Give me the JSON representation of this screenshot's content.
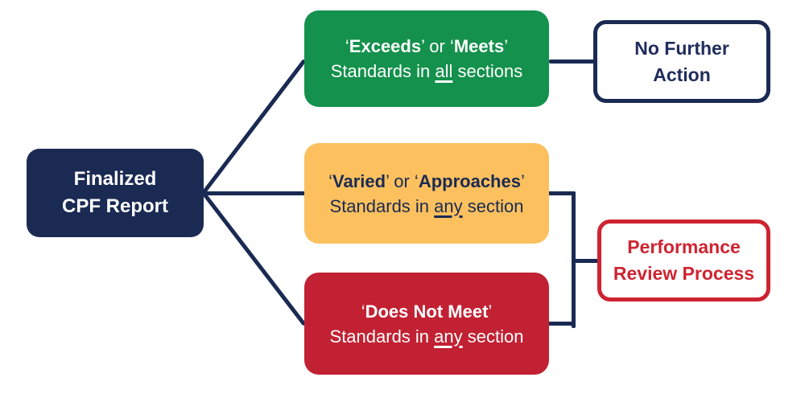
{
  "title": "Finalized CPF Report decision flowchart",
  "colors": {
    "navy": "#1A2A52",
    "green": "#14914C",
    "yellow": "#FCC05E",
    "red": "#C22133",
    "review_red": "#CE2431",
    "background": "#FFFFFF"
  },
  "nodes": {
    "root": {
      "line1": "Finalized",
      "line2": "CPF Report"
    },
    "exceeds": {
      "l1_q1": "‘",
      "l1_b1": "Exceeds",
      "l1_mid": "’ or ‘",
      "l1_b2": "Meets",
      "l1_q2": "’",
      "l2_pre": "Standards in ",
      "l2_u": "all",
      "l2_post": " sections"
    },
    "varied": {
      "l1_q1": "‘",
      "l1_b1": "Varied",
      "l1_mid": "’ or ‘",
      "l1_b2": "Approaches",
      "l1_q2": "’",
      "l2_pre": "Standards in ",
      "l2_u": "any",
      "l2_post": " section"
    },
    "does_not_meet": {
      "l1_q1": "‘",
      "l1_b1": "Does Not Meet",
      "l1_q2": "’",
      "l2_pre": "Standards in ",
      "l2_u": "any",
      "l2_post": " section"
    },
    "no_further_action": {
      "line1": "No Further",
      "line2": "Action"
    },
    "performance_review": {
      "line1": "Performance",
      "line2": "Review Process"
    }
  }
}
